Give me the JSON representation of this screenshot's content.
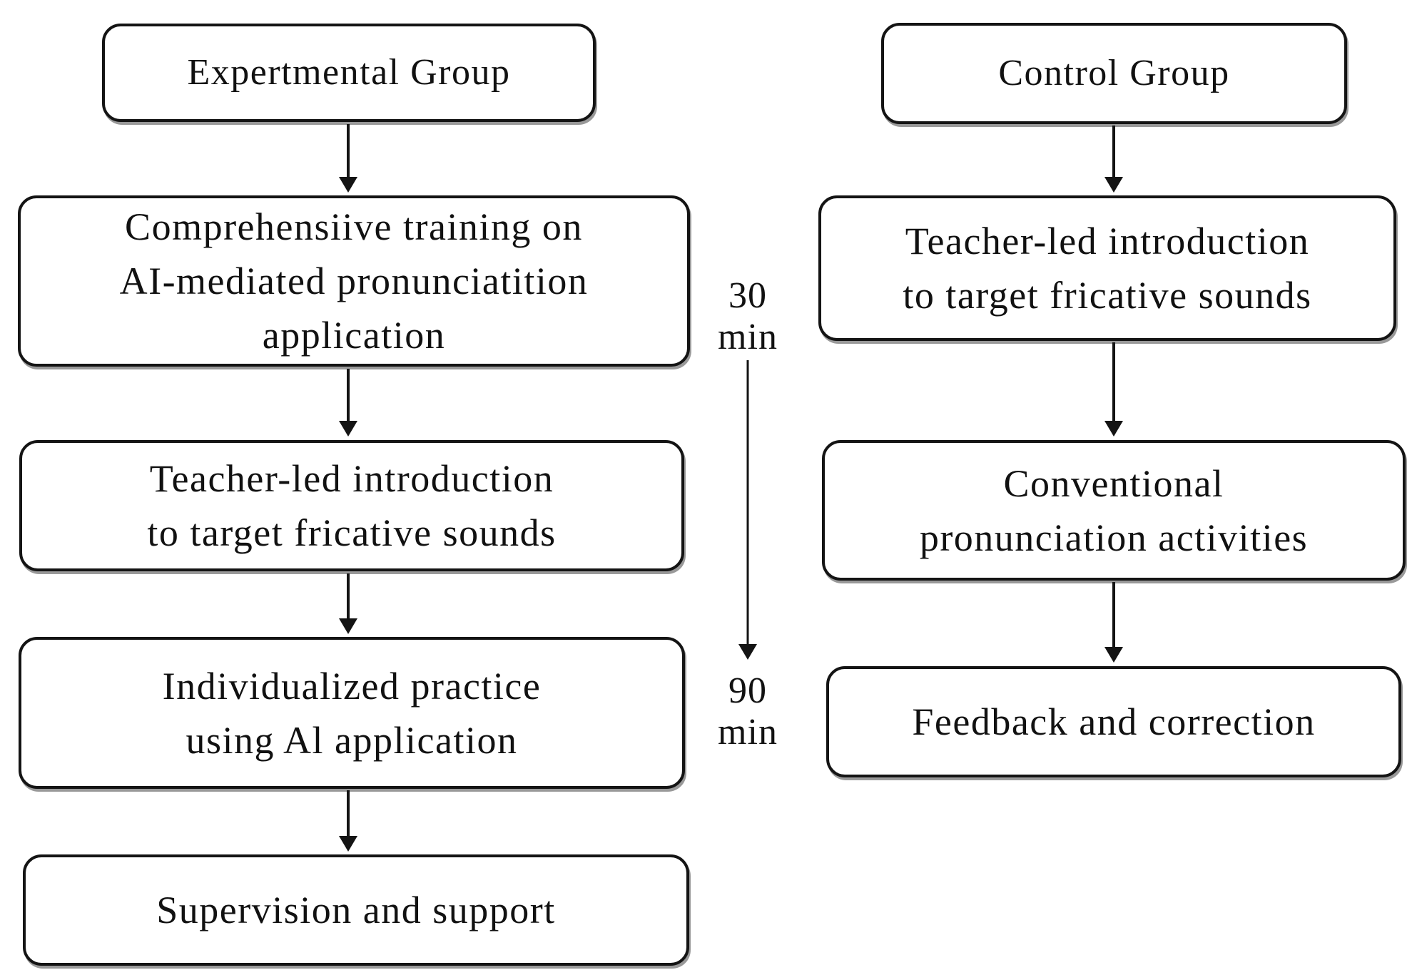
{
  "colors": {
    "line": "#141414",
    "box_fill": "#ffffff",
    "text": "#111111",
    "background": "#ffffff"
  },
  "left_column": {
    "header": "Expertmental Group",
    "boxes": [
      {
        "lines": [
          "Comprehensiive training on",
          "AI-mediated pronunciatition",
          "application"
        ]
      },
      {
        "lines": [
          "Teacher-led introduction",
          "to target fricative sounds"
        ]
      },
      {
        "lines": [
          "Individualized practice",
          "using Al application"
        ]
      },
      {
        "lines": [
          "Supervision and support"
        ]
      }
    ]
  },
  "right_column": {
    "header": "Control Group",
    "boxes": [
      {
        "lines": [
          "Teacher-led introduction",
          "to target fricative sounds"
        ]
      },
      {
        "lines": [
          "Conventional",
          "pronunciation activities"
        ]
      },
      {
        "lines": [
          "Feedback and correction"
        ]
      }
    ]
  },
  "timeline": {
    "start_value": "30",
    "start_unit": "min",
    "end_value": "90",
    "end_unit": "min"
  }
}
